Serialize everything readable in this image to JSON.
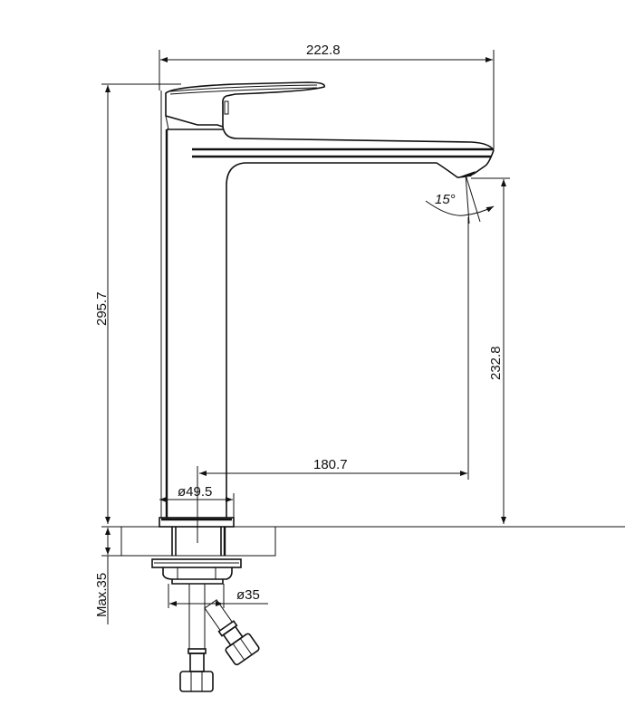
{
  "drawing": {
    "subject": "tall basin faucet side elevation",
    "line_color": "#111111",
    "background": "#ffffff",
    "dimensions": {
      "overall_width": "222.8",
      "overall_height": "295.7",
      "spout_height": "232.8",
      "spout_reach": "180.7",
      "base_diameter": "ø49.5",
      "shank_diameter": "ø35",
      "max_deck_thickness": "Max.35",
      "spout_angle": "15°"
    }
  }
}
